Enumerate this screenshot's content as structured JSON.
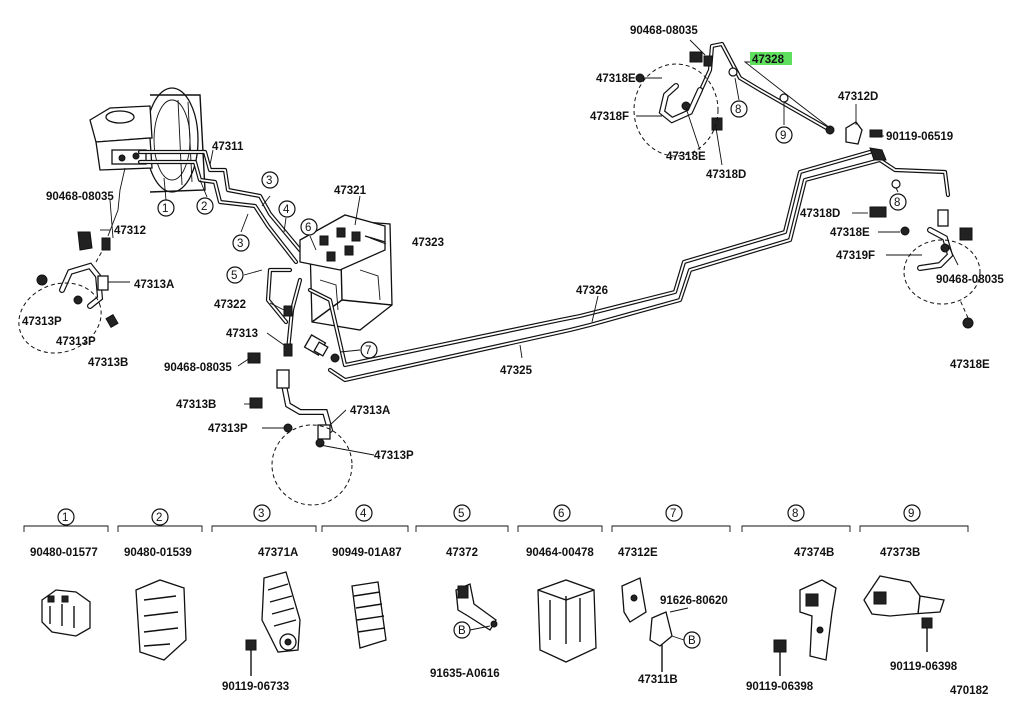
{
  "labels": {
    "p47328": "47328",
    "p90468_top": "90468-08035",
    "p47318e_a": "47318E",
    "p47318f_a": "47318F",
    "p47318e_b": "47318E",
    "p47318d_a": "47318D",
    "p47312d": "47312D",
    "p90119_06519": "90119-06519",
    "p47311": "47311",
    "p47321": "47321",
    "p47323": "47323",
    "p90468_left": "90468-08035",
    "p47312": "47312",
    "p47313a_a": "47313A",
    "p47313p_a": "47313P",
    "p47313p_b": "47313P",
    "p47313b_a": "47313B",
    "p47322": "47322",
    "p47313": "47313",
    "p90468_mid": "90468-08035",
    "p47326": "47326",
    "p47325": "47325",
    "p47313b_b": "47313B",
    "p47313a_b": "47313A",
    "p47313p_c": "47313P",
    "p47313p_d": "47313P",
    "p47318d_b": "47318D",
    "p47318e_c": "47318E",
    "p47319f": "47319F",
    "p90468_right": "90468-08035",
    "p47318e_d": "47318E",
    "c3a": "3",
    "c3b": "3",
    "c4": "4",
    "c5": "5",
    "c6": "6",
    "c7": "7",
    "c1": "1",
    "c2": "2",
    "c8a": "8",
    "c8b": "8",
    "c9": "9"
  },
  "legend": [
    {
      "num": "1",
      "part": "90480-01577",
      "sub": []
    },
    {
      "num": "2",
      "part": "90480-01539",
      "sub": []
    },
    {
      "num": "3",
      "part": "47371A",
      "sub": [
        "90119-06733"
      ]
    },
    {
      "num": "4",
      "part": "90949-01A87",
      "sub": []
    },
    {
      "num": "5",
      "part": "47372",
      "sub": [
        "91635-A0616",
        "B"
      ]
    },
    {
      "num": "6",
      "part": "90464-00478",
      "sub": []
    },
    {
      "num": "7",
      "part": "47312E",
      "sub": [
        "91626-80620",
        "B",
        "47311B"
      ]
    },
    {
      "num": "8",
      "part": "47374B",
      "sub": [
        "90119-06398"
      ]
    },
    {
      "num": "9",
      "part": "47373B",
      "sub": [
        "90119-06398"
      ]
    }
  ],
  "diagram_id": "470182"
}
